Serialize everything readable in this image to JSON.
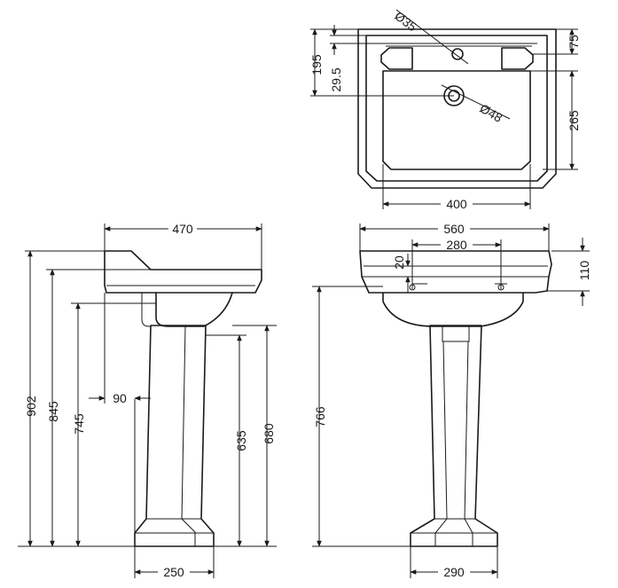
{
  "title": "",
  "dimensions": {
    "top_hole_diameter": "Ø35",
    "top_waste_diameter": "Ø48",
    "top_front_depth": "195",
    "top_tap_offset": "29.5",
    "top_back_upstand": "75",
    "top_bowl_depth": "265",
    "top_bowl_width": "400",
    "side_depth": "470",
    "side_total_height": "902",
    "side_rim_height": "845",
    "side_waste_height": "745",
    "side_waste_offset": "90",
    "side_pedestal_to_underside": "635",
    "side_pedestal_to_rim_underside": "680",
    "side_pedestal_base": "250",
    "front_width": "560",
    "front_tap_centres": "280",
    "front_tap_hole_depth": "20",
    "front_basin_height": "110",
    "front_total_height": "766",
    "front_pedestal_base": "290"
  },
  "colors": {
    "line": "#1a1a1a",
    "background": "#ffffff"
  }
}
